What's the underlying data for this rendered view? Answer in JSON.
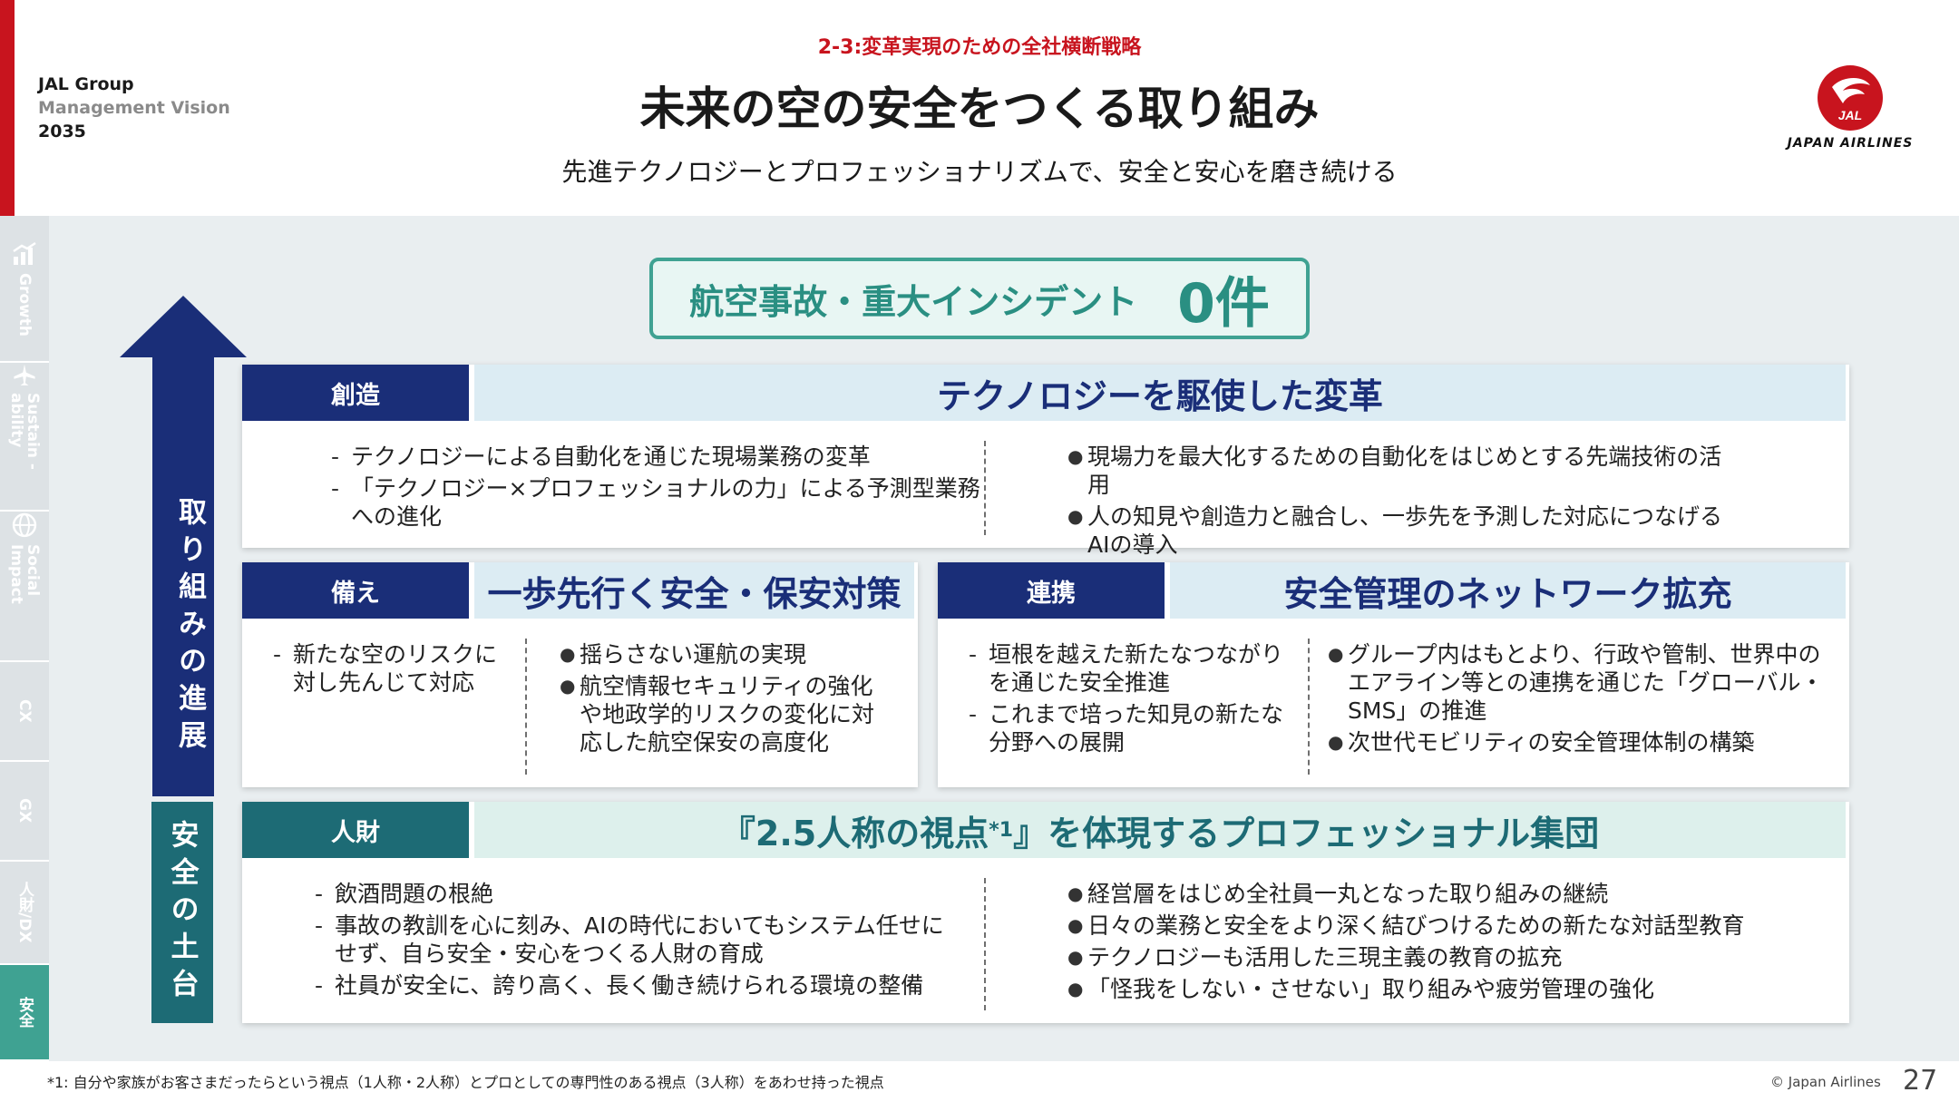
{
  "brand": {
    "line1": "JAL Group",
    "line2": "Management Vision",
    "line3": "2035"
  },
  "header": {
    "section": "2-3:変革実現のための全社横断戦略",
    "title": "未来の空の安全をつくる取り組み",
    "subtitle": "先進テクノロジーとプロフェッショナリズムで、安全と安心を磨き続ける"
  },
  "logo": {
    "wordmark": "JAPAN AIRLINES",
    "badge": "JAL",
    "color": "#c8141e"
  },
  "side_tabs": [
    {
      "label": "Growth",
      "icon": "growth-chart-icon"
    },
    {
      "label": "Sustain -ability",
      "icon": "airplane-icon"
    },
    {
      "label": "Social Impact",
      "icon": "globe-icon"
    },
    {
      "label": "CX",
      "icon": ""
    },
    {
      "label": "GX",
      "icon": ""
    },
    {
      "label": "人財/DX",
      "icon": ""
    },
    {
      "label": "安全",
      "icon": "",
      "active": true
    }
  ],
  "arrow_label": "取り組みの進展",
  "foundation_label": "安全の土台",
  "goal": {
    "text": "航空事故・重大インシデント",
    "count": "0件"
  },
  "cards": {
    "creation": {
      "tag": "創造",
      "headline": "テクノロジーを駆使した変革",
      "left": [
        "テクノロジーによる自動化を通じた現場業務の変革",
        "「テクノロジー×プロフェッショナルの力」による予測型業務への進化"
      ],
      "right": [
        "現場力を最大化するための自動化をはじめとする先端技術の活用",
        "人の知見や創造力と融合し、一歩先を予測した対応につなげるAIの導入"
      ]
    },
    "preparation": {
      "tag": "備え",
      "headline": "一歩先行く安全・保安対策",
      "left": [
        "新たな空のリスクに対し先んじて対応"
      ],
      "right": [
        "揺らさない運航の実現",
        "航空情報セキュリティの強化や地政学的リスクの変化に対応した航空保安の高度化"
      ]
    },
    "collaboration": {
      "tag": "連携",
      "headline": "安全管理のネットワーク拡充",
      "left": [
        "垣根を越えた新たなつながりを通じた安全推進",
        "これまで培った知見の新たな分野への展開"
      ],
      "right": [
        "グループ内はもとより、行政や管制、世界中のエアライン等との連携を通じた「グローバル・SMS」の推進",
        "次世代モビリティの安全管理体制の構築"
      ]
    },
    "people": {
      "tag": "人財",
      "headline_pre": "『2.5人称の視点",
      "headline_sup": "*1",
      "headline_post": "』を体現するプロフェッショナル集団",
      "left": [
        "飲酒問題の根絶",
        "事故の教訓を心に刻み、AIの時代においてもシステム任せにせず、自ら安全・安心をつくる人財の育成",
        "社員が安全に、誇り高く、長く働き続けられる環境の整備"
      ],
      "right": [
        "経営層をはじめ全社員一丸となった取り組みの継続",
        "日々の業務と安全をより深く結びつけるための新たな対話型教育",
        "テクノロジーも活用した三現主義の教育の拡充",
        "「怪我をしない・させない」取り組みや疲労管理の強化"
      ]
    }
  },
  "markers": {
    "dash": "-",
    "dot": "●"
  },
  "footnote": "*1: 自分や家族がお客さまだったらという視点（1人称・2人称）とプロとしての専門性のある視点（3人称）をあわせ持った視点",
  "copyright": "© Japan Airlines",
  "page_number": "27"
}
